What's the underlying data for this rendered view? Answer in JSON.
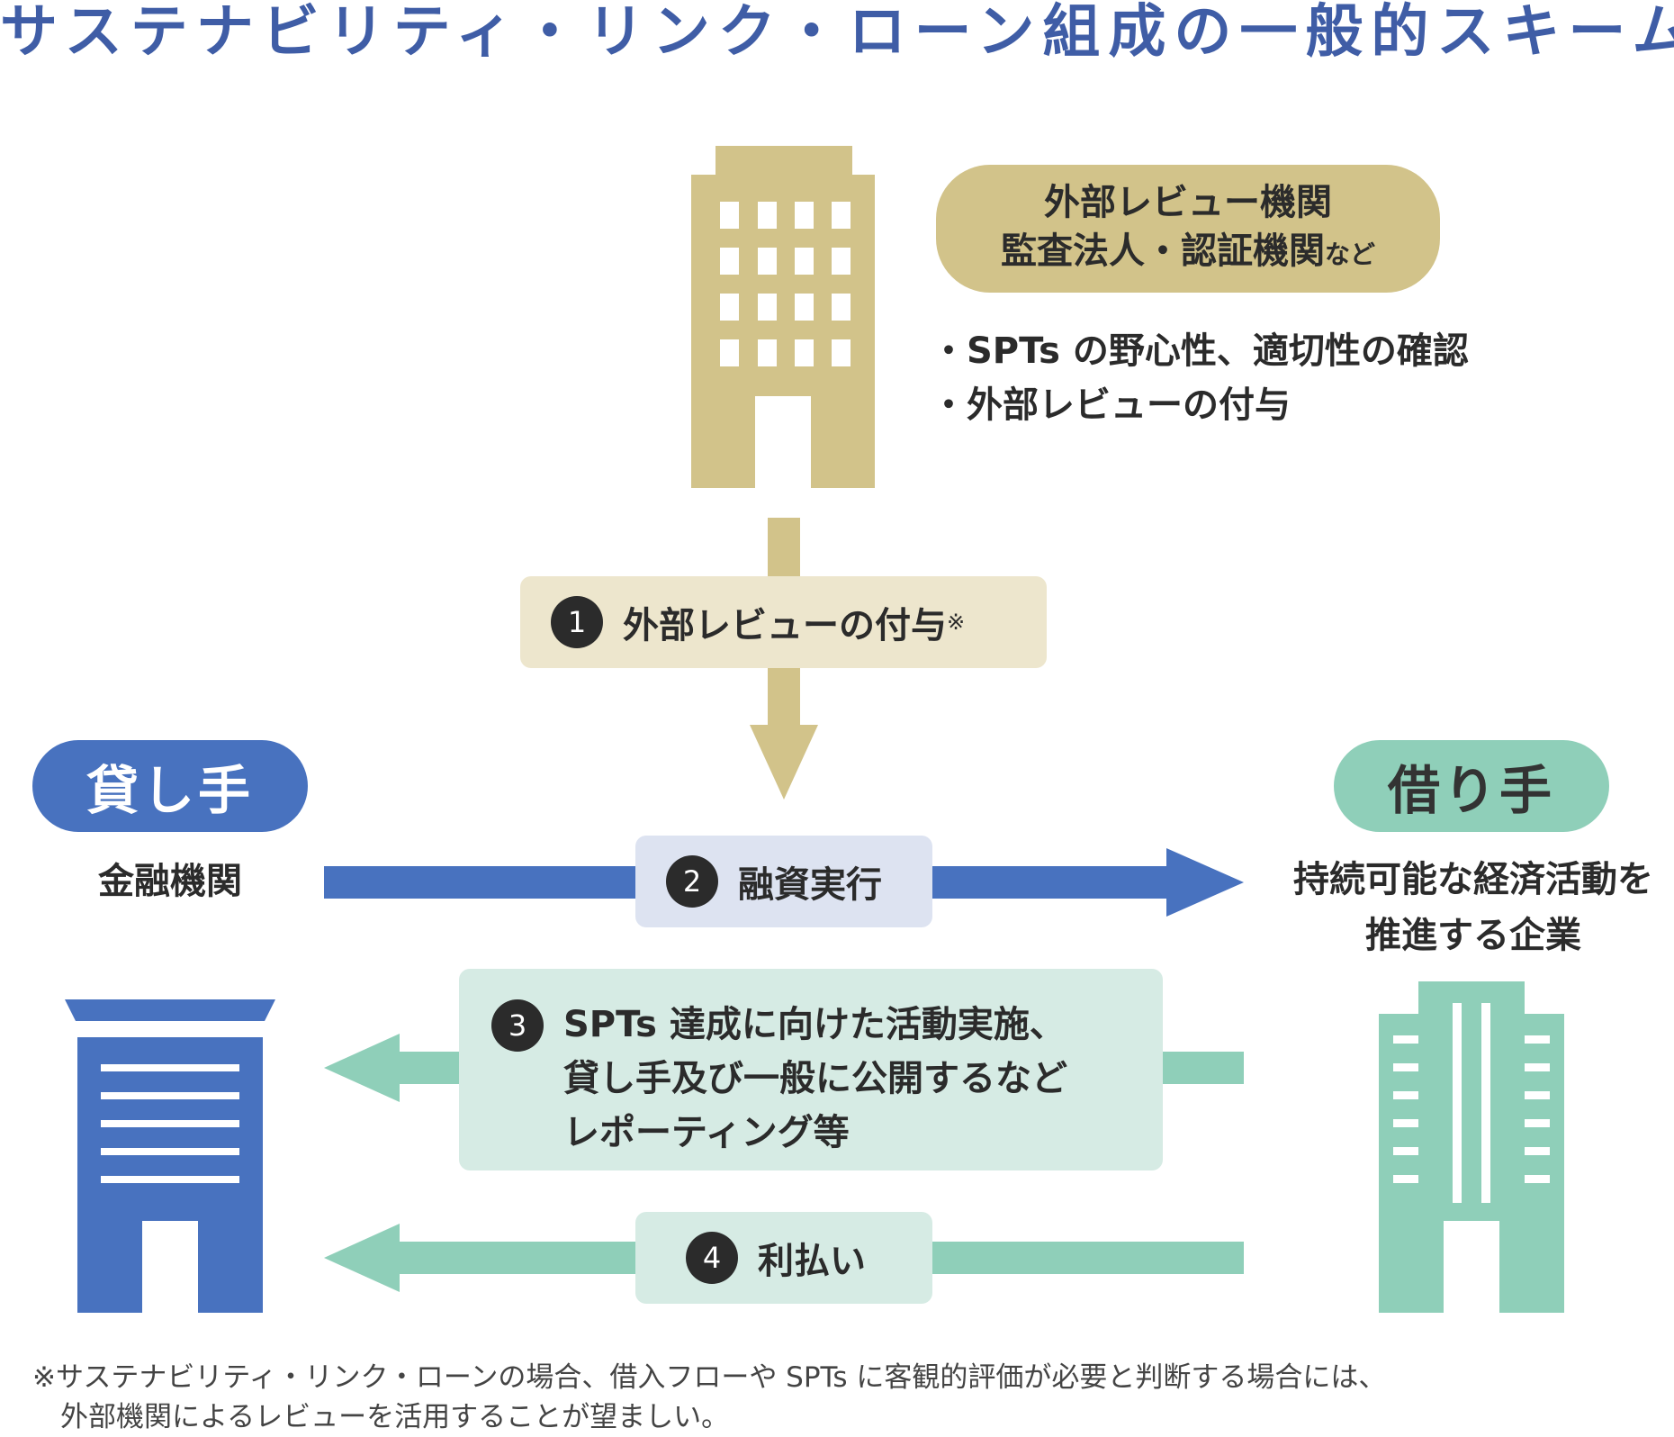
{
  "title": "サステナビリティ・リンク・ローン組成の一般的スキーム",
  "external_review": {
    "line1": "外部レビュー機関",
    "line2": "監査法人・認証機関",
    "line2_small": "など",
    "bullets": [
      "SPTs の野心性、適切性の確認",
      "外部レビューの付与"
    ]
  },
  "lender": {
    "label": "貸し手",
    "sub": "金融機関"
  },
  "borrower": {
    "label": "借り手",
    "sub": "持続可能な経済活動を\n推進する企業"
  },
  "steps": [
    {
      "num": "1",
      "text": "外部レビューの付与",
      "mark": "※"
    },
    {
      "num": "2",
      "text": "融資実行"
    },
    {
      "num": "3",
      "text": "SPTs 達成に向けた活動実施、\n貸し手及び一般に公開するなど\nレポーティング等"
    },
    {
      "num": "4",
      "text": "利払い"
    }
  ],
  "footnote": "※サステナビリティ・リンク・ローンの場合、借入フローや SPTs に客観的評価が必要と判断する場合には、\n　外部機関によるレビューを活用することが望ましい。",
  "colors": {
    "title": "#3f5da6",
    "gold": "#d2c38a",
    "gold_light": "#ede6cd",
    "blue": "#4872bf",
    "blue_light": "#dde3f1",
    "green": "#8fcfb9",
    "green_light": "#d6ebe4"
  }
}
